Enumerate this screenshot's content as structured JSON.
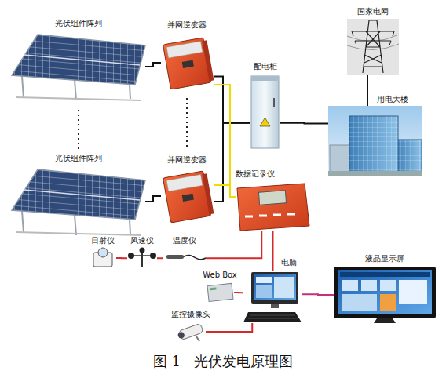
{
  "diagram": {
    "caption": "图 1   光伏发电原理图",
    "nodes": [
      {
        "text": [
          "光伏组件阵列"
        ]
      },
      {
        "text": [
          "并网逆变器"
        ]
      },
      {
        "text": [
          "光伏组件阵列"
        ]
      },
      {
        "text": [
          "并网逆变器"
        ]
      },
      {
        "text": [
          "配电柜"
        ]
      },
      {
        "text": [
          "国家电网"
        ]
      },
      {
        "text": [
          "用电大楼"
        ]
      },
      {
        "text": [
          "数据记录仪"
        ]
      },
      {
        "text": [
          "日射仪"
        ]
      },
      {
        "text": [
          "风速仪"
        ]
      },
      {
        "text": [
          "温度仪"
        ]
      },
      {
        "text": [
          "电脑"
        ]
      },
      {
        "text": [
          "Web Box"
        ]
      },
      {
        "text": [
          "监控摄像头"
        ]
      },
      {
        "text": [
          "液晶显示屏"
        ]
      }
    ],
    "edges": [
      {
        "from": 0,
        "to": 1,
        "arrow": "none"
      },
      {
        "from": 2,
        "to": 3,
        "arrow": "none"
      },
      {
        "from": 1,
        "to": 4,
        "arrow": "none"
      },
      {
        "from": 3,
        "to": 4,
        "arrow": "none"
      },
      {
        "from": 4,
        "to": 6,
        "arrow": "none"
      },
      {
        "from": 5,
        "to": 6,
        "arrow": "none"
      },
      {
        "from": 1,
        "to": 7,
        "arrow": "none"
      },
      {
        "from": 3,
        "to": 7,
        "arrow": "none"
      },
      {
        "from": 8,
        "to": 9,
        "arrow": "none"
      },
      {
        "from": 9,
        "to": 10,
        "arrow": "none"
      },
      {
        "from": 10,
        "to": 7,
        "arrow": "none"
      },
      {
        "from": 7,
        "to": 11,
        "arrow": "none"
      },
      {
        "from": 12,
        "to": 11,
        "arrow": "none"
      },
      {
        "from": 13,
        "to": 11,
        "arrow": "none"
      },
      {
        "from": 11,
        "to": 14,
        "arrow": "none"
      }
    ]
  }
}
